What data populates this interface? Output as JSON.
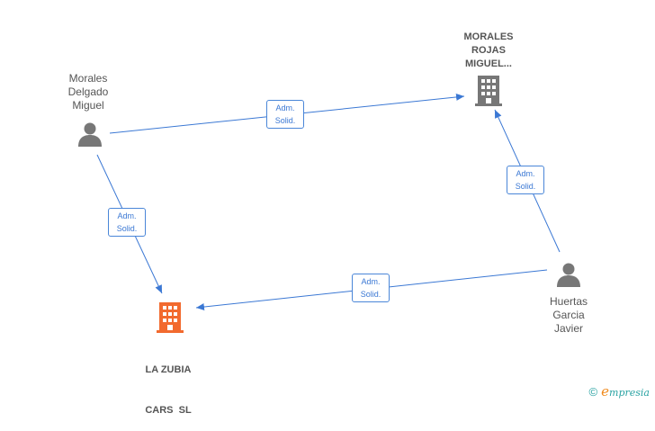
{
  "nodes": {
    "morales_delgado": {
      "label": [
        "Morales",
        "Delgado",
        "Miguel"
      ],
      "type": "person"
    },
    "morales_rojas": {
      "label": [
        "MORALES",
        "ROJAS",
        "MIGUEL..."
      ],
      "type": "company"
    },
    "huertas_garcia": {
      "label": [
        "Huertas",
        "Garcia",
        "Javier"
      ],
      "type": "person"
    },
    "la_zubia": {
      "label": [
        "LA ZUBIA",
        "CARS  SL"
      ],
      "type": "company",
      "highlight": true
    }
  },
  "edges": [
    {
      "from": "morales_delgado",
      "to": "morales_rojas",
      "label": [
        "Adm.",
        "Solid."
      ]
    },
    {
      "from": "morales_delgado",
      "to": "la_zubia",
      "label": [
        "Adm.",
        "Solid."
      ]
    },
    {
      "from": "huertas_garcia",
      "to": "morales_rojas",
      "label": [
        "Adm.",
        "Solid."
      ]
    },
    {
      "from": "huertas_garcia",
      "to": "la_zubia",
      "label": [
        "Adm.",
        "Solid."
      ]
    }
  ],
  "colors": {
    "edge": "#3b78d4",
    "person_icon": "#777777",
    "company_icon": "#777777",
    "company_highlight": "#f26a2e",
    "brand_teal": "#2aa3a3",
    "brand_orange": "#f08a1c"
  },
  "footer": {
    "copyright": "©",
    "brand_initial": "e",
    "brand_rest": "mpresia"
  }
}
